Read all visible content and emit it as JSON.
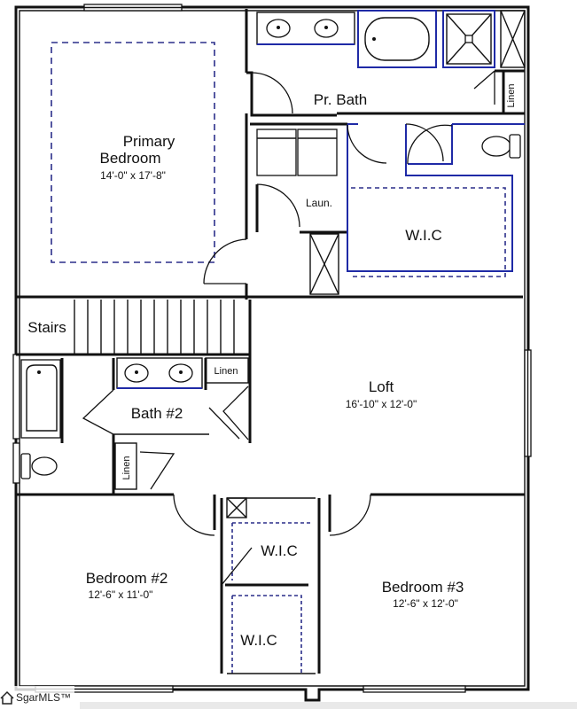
{
  "rooms": {
    "primary_bedroom": {
      "name_line1": "Primary",
      "name_line2": "Bedroom",
      "dims": "14'-0\" x 17'-8\""
    },
    "primary_bath": {
      "name": "Pr. Bath"
    },
    "primary_linen": {
      "name": "Linen"
    },
    "laundry": {
      "name": "Laun."
    },
    "primary_wic": {
      "name": "W.I.C"
    },
    "stairs": {
      "name": "Stairs"
    },
    "loft": {
      "name": "Loft",
      "dims": "16'-10\" x 12'-0\""
    },
    "bath2": {
      "name": "Bath #2"
    },
    "bath2_linen": {
      "name": "Linen"
    },
    "hall_linen": {
      "name": "Linen"
    },
    "bedroom2": {
      "name": "Bedroom #2",
      "dims": "12'-6\" x 11'-0\""
    },
    "bedroom3": {
      "name": "Bedroom #3",
      "dims": "12'-6\" x 12'-0\""
    },
    "wic_upper": {
      "name": "W.I.C"
    },
    "wic_lower": {
      "name": "W.I.C"
    }
  },
  "watermark": {
    "text": "SgarMLS™"
  },
  "colors": {
    "wall": "#111111",
    "accent_blue": "#1f2aa6",
    "background": "#ffffff"
  }
}
